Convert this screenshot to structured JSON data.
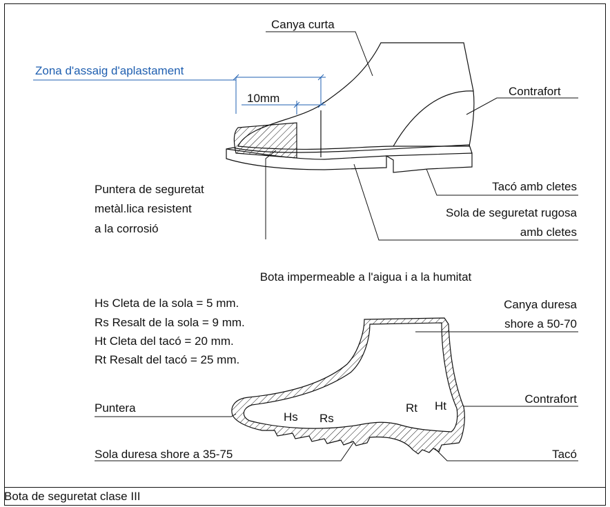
{
  "labels": {
    "canya_curta": "Canya curta",
    "zona_assaig": "Zona d'assaig d'aplastament",
    "mm10": "10mm",
    "contrafort_top": "Contrafort",
    "puntera_seg": [
      "Puntera de seguretat",
      "metàl.lica resistent",
      "a la corrosió"
    ],
    "taco_cletes": "Tacó amb cletes",
    "sola_seg": [
      "Sola de seguretat rugosa",
      "amb cletes"
    ],
    "bota_imper": "Bota impermeable a l'aigua i a la humitat",
    "specs": [
      "Hs Cleta de la sola = 5 mm.",
      "Rs Resalt de la sola = 9 mm.",
      "Ht Cleta del tacó = 20 mm.",
      "Rt Resalt del tacó = 25 mm."
    ],
    "canya_duresa": [
      "Canya duresa",
      "shore a 50-70"
    ],
    "puntera": "Puntera",
    "contrafort_bottom": "Contrafort",
    "hs": "Hs",
    "rs": "Rs",
    "rt": "Rt",
    "ht": "Ht",
    "sola_duresa": "Sola duresa shore a 35-75",
    "taco": "Tacó"
  },
  "caption": "Bota de seguretat clase III",
  "colors": {
    "line": "#111111",
    "accent_blue": "#1f5fb0"
  }
}
